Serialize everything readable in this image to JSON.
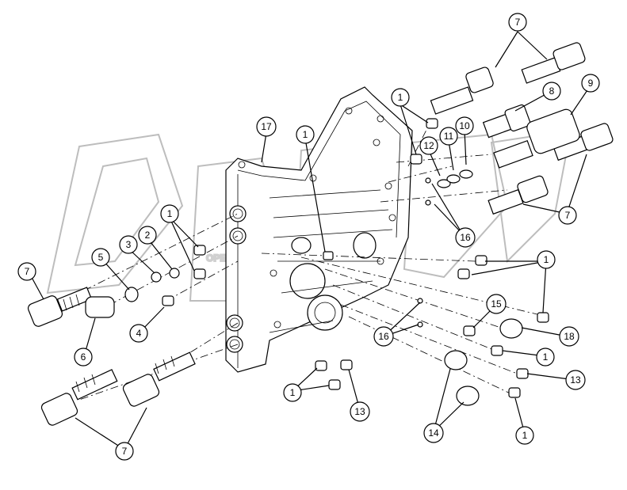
{
  "diagram": {
    "watermark_text": "OPEX",
    "callouts": [
      {
        "label": "7"
      },
      {
        "label": "1"
      },
      {
        "label": "8"
      },
      {
        "label": "9"
      },
      {
        "label": "17"
      },
      {
        "label": "1"
      },
      {
        "label": "12"
      },
      {
        "label": "11"
      },
      {
        "label": "10"
      },
      {
        "label": "16"
      },
      {
        "label": "7"
      },
      {
        "label": "1"
      },
      {
        "label": "3"
      },
      {
        "label": "2"
      },
      {
        "label": "5"
      },
      {
        "label": "7"
      },
      {
        "label": "1"
      },
      {
        "label": "15"
      },
      {
        "label": "18"
      },
      {
        "label": "4"
      },
      {
        "label": "6"
      },
      {
        "label": "16"
      },
      {
        "label": "1"
      },
      {
        "label": "13"
      },
      {
        "label": "1"
      },
      {
        "label": "13"
      },
      {
        "label": "14"
      },
      {
        "label": "1"
      },
      {
        "label": "7"
      }
    ]
  }
}
